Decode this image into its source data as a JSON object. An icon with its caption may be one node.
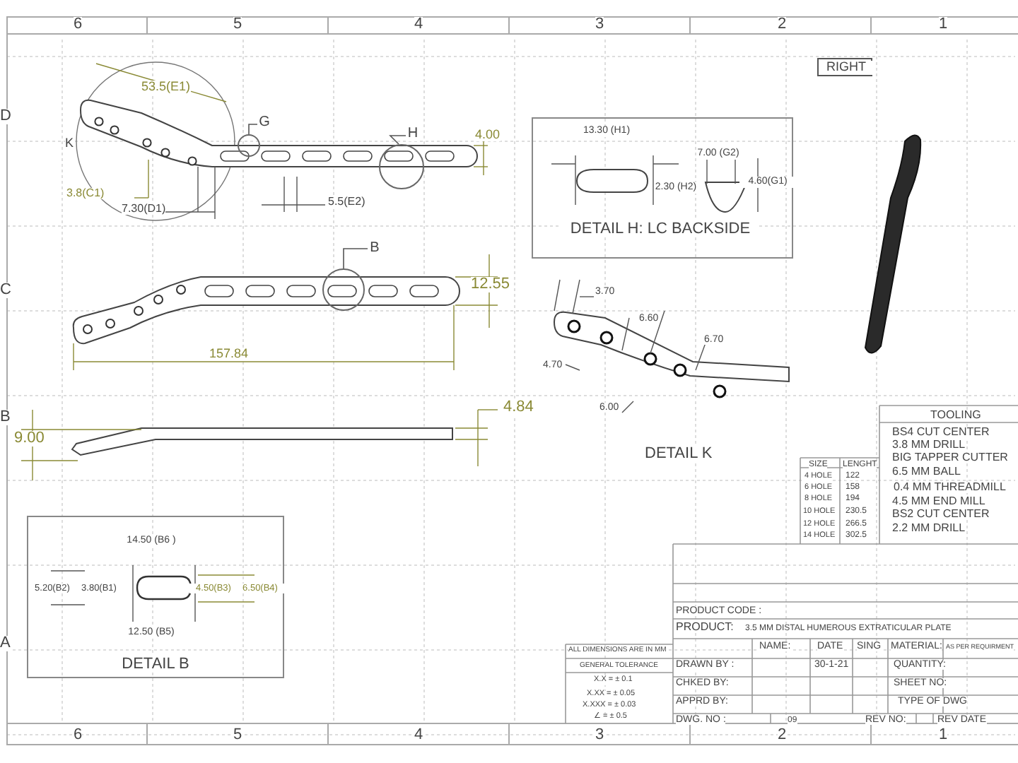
{
  "diagram": {
    "nodes": [
      {
        "text": [
          "RIGHT"
        ]
      },
      {
        "text": [
          "13.30 (H1)",
          "7.00 (G2)",
          "2.30 (H2)",
          "4.60(G1)",
          "DETAIL H: LC BACKSIDE"
        ]
      },
      {
        "text": [
          "14.50 (B6 )",
          "5.20(B2)",
          "3.80(B1)",
          "4.50(B3)",
          "6.50(B4)",
          "12.50 (B5)",
          "DETAIL B"
        ]
      },
      {
        "text": [
          "G"
        ]
      },
      {
        "text": [
          "H"
        ]
      },
      {
        "text": [
          "B"
        ]
      },
      {
        "text": [],
        "shape": "circle"
      },
      {
        "text": [],
        "shape": "circle"
      },
      {
        "text": [],
        "shape": "circle"
      }
    ],
    "edges": [
      {
        "from": 3,
        "to": 6,
        "arrow": "none"
      },
      {
        "from": 4,
        "to": 7,
        "arrow": "none"
      },
      {
        "from": 5,
        "to": 8,
        "arrow": "none"
      }
    ],
    "labels": [
      "6",
      "5",
      "4",
      "3",
      "2",
      "1",
      "D",
      "53.5(E1)",
      "K",
      "3.8(C1)",
      "7.30(D1)",
      "5.5(E2)",
      "4.00",
      "C",
      "12.55",
      "157.84",
      "3.70",
      "6.60",
      "6.70",
      "4.70",
      "6.00",
      "9.00",
      "4.84",
      "B",
      "DETAIL K",
      "SIZE",
      "LENGHT",
      "4 HOLE",
      "122",
      "6 HOLE",
      "158",
      "8 HOLE",
      "194",
      "10 HOLE",
      "230.5",
      "12 HOLE",
      "266.5",
      "14 HOLE",
      "302.5",
      "TOOLING",
      "BS4 CUT CENTER",
      "3.8 MM DRILL",
      "BIG TAPPER CUTTER",
      "6.5 MM BALL",
      "0.4 MM THREADMILL",
      "4.5 MM END MILL",
      "BS2 CUT CENTER",
      "2.2 MM DRILL",
      "A",
      "PRODUCT CODE :",
      "PRODUCT:",
      "3.5 MM DISTAL HUMEROUS EXTRATICULAR PLATE",
      "ALL DIMENSIONS ARE IN MM",
      "NAME:",
      "DATE",
      "SING",
      "MATERIAL:",
      "AS PER REQUIRMENT",
      "GENERAL TOLERANCE",
      "DRAWN BY :",
      "30-1-21",
      "QUANTITY:",
      "X.X = ± 0.1",
      "CHKED BY:",
      "SHEET NO:",
      "X.XX = ± 0.05",
      "X.XXX = ± 0.03",
      "APPRD BY:",
      "TYPE OF DWG",
      "∠ = ± 0.5",
      "DWG. NO :",
      "09",
      "REV NO:",
      "REV DATE",
      "6",
      "5",
      "4",
      "3",
      "2",
      "1"
    ]
  }
}
